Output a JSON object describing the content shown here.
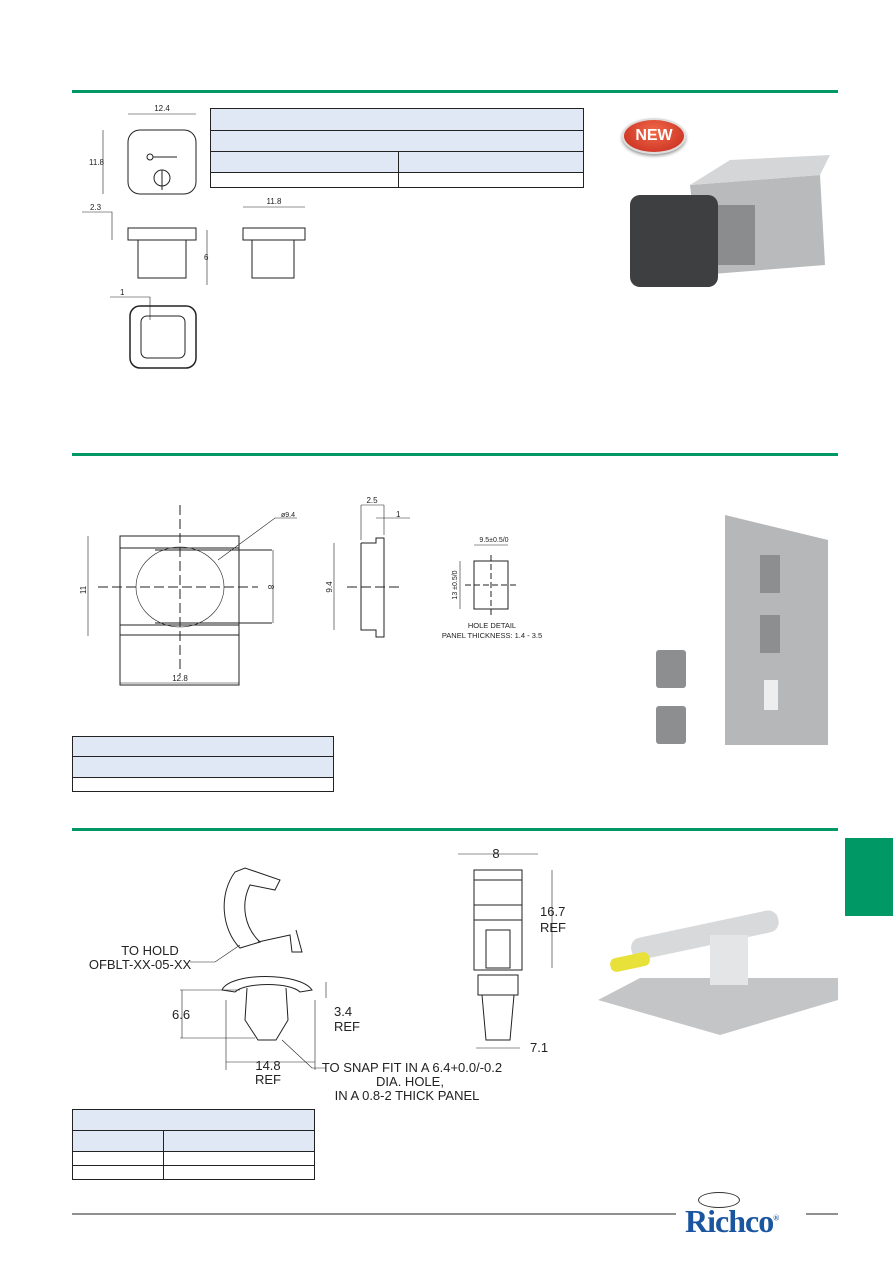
{
  "section1": {
    "badge": "NEW",
    "dims": {
      "width_top": "12.4",
      "height_front": "11.8",
      "flange": "2.3",
      "depth": "6",
      "width_side": "11.8",
      "wall": "1"
    }
  },
  "section2": {
    "dims": {
      "diameter": "ø9.4",
      "height": "11",
      "inner": "8",
      "width": "12.8",
      "side_width": "2.5",
      "side_step": "1",
      "side_height": "9.4",
      "hole_w": "9.5±0.5/0",
      "hole_h": "13 ±0.5/0"
    },
    "hole_detail": "HOLE DETAIL",
    "panel_thickness": "PANEL THICKNESS: 1.4 - 3.5"
  },
  "section3": {
    "to_hold_1": "TO HOLD",
    "to_hold_2": "OFBLT-XX-05-XX",
    "dims": {
      "h": "6.6",
      "gap": "3.4",
      "gap_ref": "REF",
      "w": "14.8",
      "w_ref": "REF",
      "top_w": "8",
      "total_h": "16.7",
      "total_ref": "REF",
      "base": "7.1"
    },
    "snap_1": "TO SNAP FIT IN A 6.4+0.0/-0.2",
    "snap_2": "DIA. HOLE,",
    "snap_3": "IN A 0.8-2 THICK PANEL"
  },
  "footer": {
    "logo": "Richco"
  },
  "colors": {
    "accent": "#009966",
    "table_header": "#e1e8f5",
    "logo": "#1a56a0"
  }
}
